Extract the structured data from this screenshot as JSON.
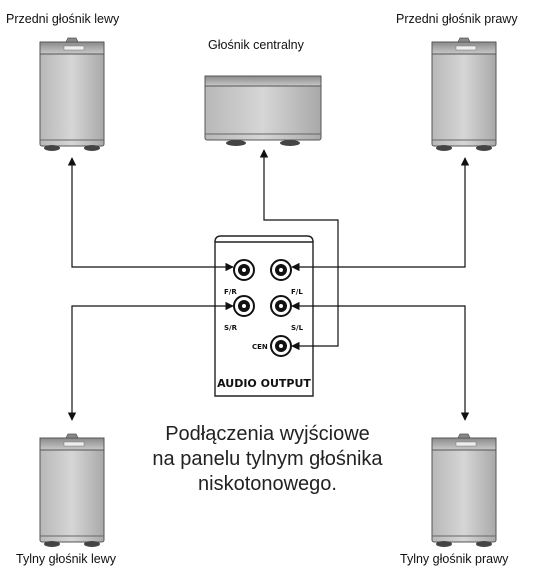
{
  "speakers": {
    "front_left": "Przedni głośnik lewy",
    "center": "Głośnik centralny",
    "front_right": "Przedni głośnik prawy",
    "rear_left": "Tylny głośnik lewy",
    "rear_right": "Tylny głośnik prawy"
  },
  "panel": {
    "title": "AUDIO OUTPUT",
    "jacks": {
      "fr": "F/R",
      "fl": "F/L",
      "sr": "S/R",
      "sl": "S/L",
      "cen": "CEN"
    }
  },
  "caption": {
    "line1": "Podłączenia wyjściowe",
    "line2": "na panelu tylnym głośnika",
    "line3": "niskotonowego."
  }
}
